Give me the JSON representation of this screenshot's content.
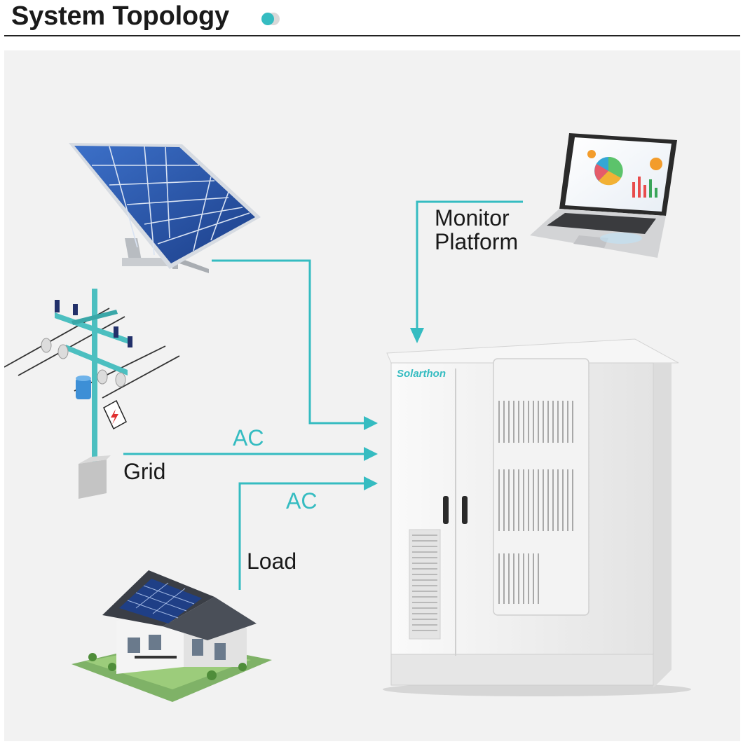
{
  "header": {
    "title": "System Topology",
    "dot_colors": [
      "#35bcc1",
      "#d9d9d9"
    ]
  },
  "labels": {
    "monitor_line1": "Monitor",
    "monitor_line2": "Platform",
    "ac_grid": "AC",
    "grid": "Grid",
    "ac_load": "AC",
    "load": "Load",
    "brand": "Solarthon"
  },
  "colors": {
    "line": "#35bcc1",
    "text": "#1a1a1a",
    "background": "#f2f2f2",
    "cabinet": "#ededed"
  },
  "icons": [
    "solar-panel-icon",
    "utility-pole-icon",
    "house-icon",
    "laptop-icon",
    "energy-storage-cabinet-icon"
  ]
}
